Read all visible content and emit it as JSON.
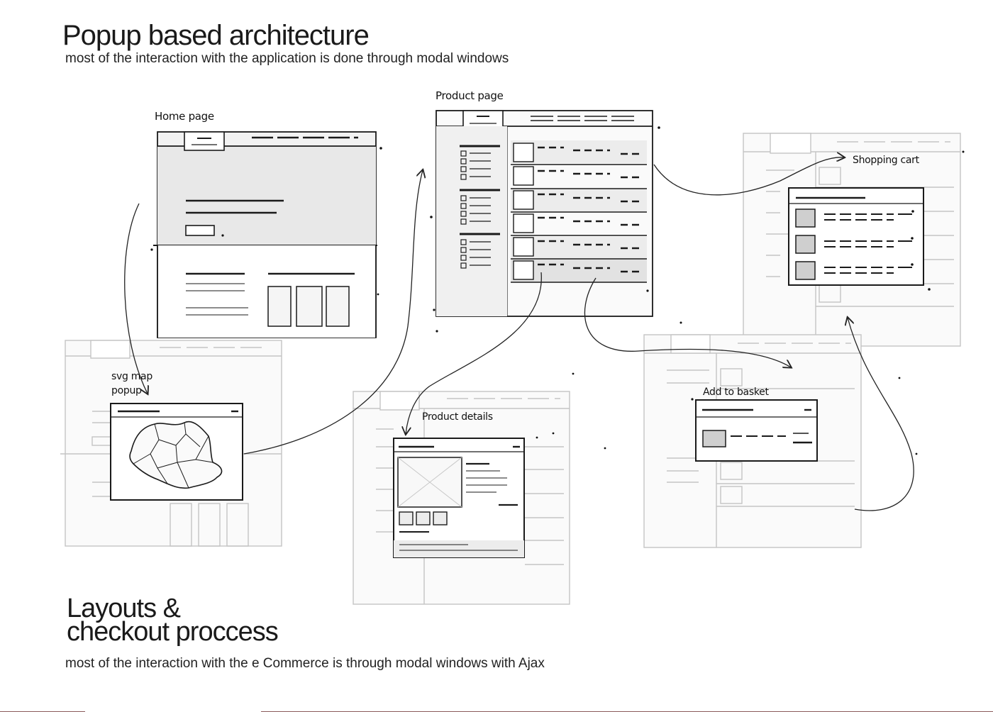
{
  "top": {
    "title": "Popup based architecture",
    "subtitle": "most of the interaction with the application is done through modal windows"
  },
  "bottom": {
    "title_line1": "Layouts &",
    "title_line2": "checkout proccess",
    "subtitle": "most of the interaction with the e Commerce is through modal windows with Ajax"
  },
  "labels": {
    "home_page": "Home page",
    "product_page": "Product page",
    "shopping_cart": "Shopping cart",
    "svg_map_line1": "svg map",
    "svg_map_line2": "popup",
    "product_details": "Product details",
    "add_to_basket": "Add to basket"
  },
  "colors": {
    "ink": "#1a1a1a",
    "faded_ink": "#b9b9b9",
    "shade": "#e6e6e6",
    "footer_rule": "#8a5a5a"
  }
}
